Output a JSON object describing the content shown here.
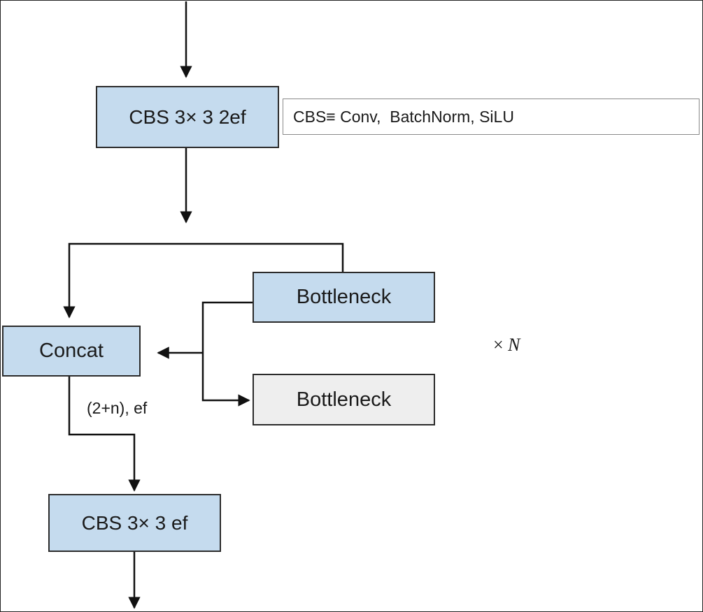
{
  "diagram": {
    "top_block": "CBS 3× 3 2ef",
    "legend": "CBS≡ Conv,  BatchNorm, SiLU",
    "bottleneck_1": "Bottleneck",
    "bottleneck_2": "Bottleneck",
    "concat": "Concat",
    "concat_output_label": "(2+n), ef",
    "bottom_block": "CBS 3× 3 ef",
    "repeat_symbol": "×",
    "repeat_var": "N"
  },
  "colors": {
    "block_fill": "#c5dbee",
    "inactive_fill": "#eeeeee",
    "line": "#111111"
  }
}
